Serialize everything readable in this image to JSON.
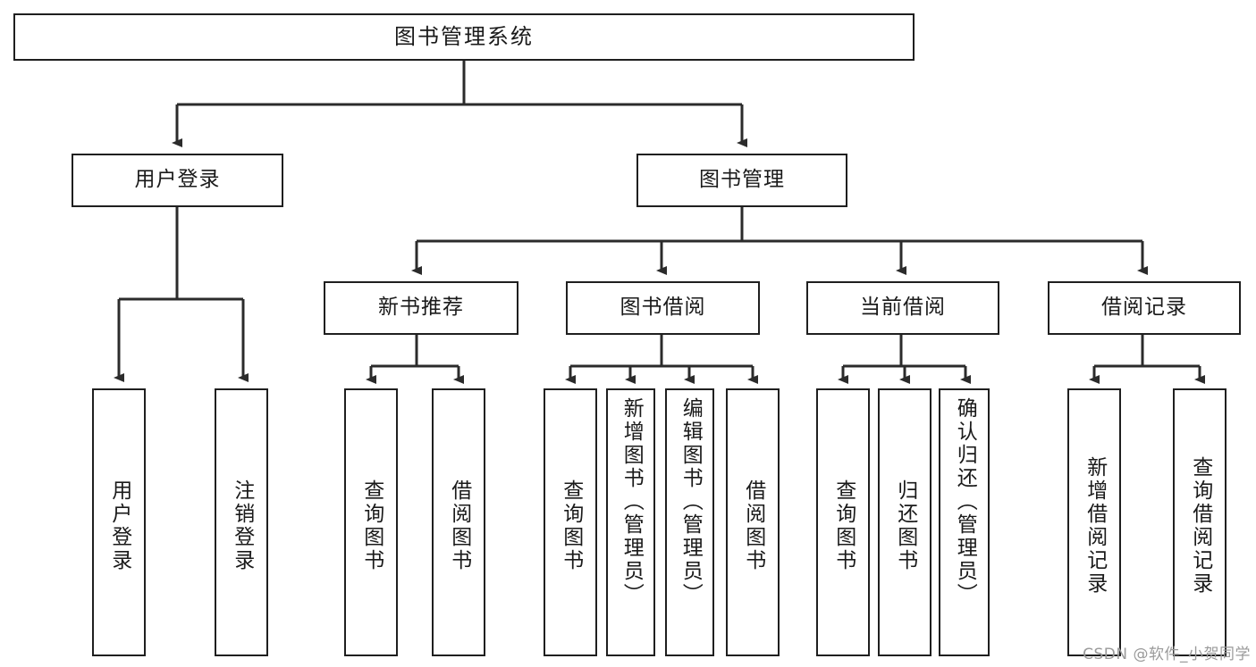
{
  "diagram": {
    "title": "图书管理系统",
    "type": "tree",
    "watermark": "CSDN @软件_小贺同学",
    "colors": {
      "border": "#1f1f1f",
      "text": "#1a1a1a",
      "background": "#ffffff",
      "connector": "#2b2b2b",
      "watermark": "#9a9a9a"
    },
    "nodes": {
      "root": "图书管理系统",
      "level2": {
        "user_login": "用户登录",
        "book_manage": "图书管理"
      },
      "level3": {
        "new_book_rec": "新书推荐",
        "book_borrow": "图书借阅",
        "current_borrow": "当前借阅",
        "borrow_record": "借阅记录"
      },
      "leaves": {
        "user_login_1": "用户登录",
        "user_login_2": "注销登录",
        "new_book_1": "查询图书",
        "new_book_2": "借阅图书",
        "borrow_1": "查询图书",
        "borrow_2": "新增图书（管理员）",
        "borrow_3": "编辑图书（管理员）",
        "borrow_4": "借阅图书",
        "current_1": "查询图书",
        "current_2": "归还图书",
        "current_3": "确认归还（管理员）",
        "record_1": "新增借阅记录",
        "record_2": "查询借阅记录"
      }
    }
  }
}
